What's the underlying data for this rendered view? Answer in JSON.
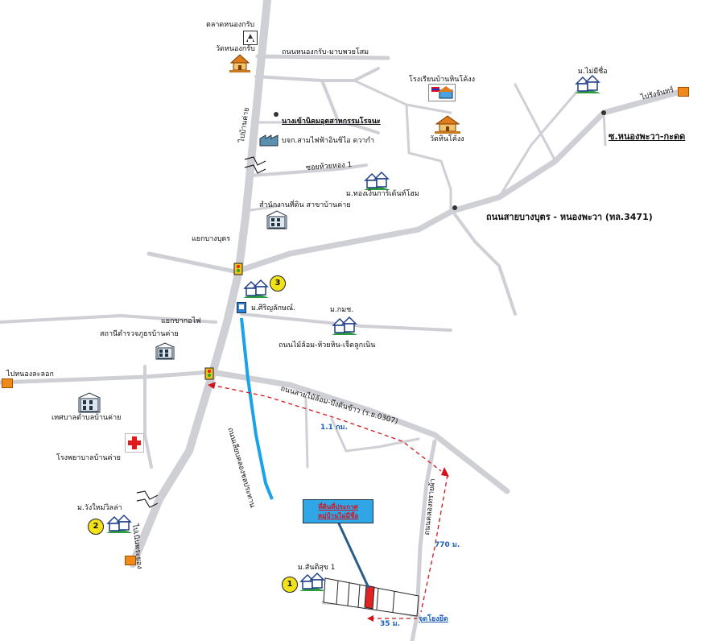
{
  "labels": {
    "market": "ตลาดหนองกรับ",
    "wat_nongkrap": "วัดหนองกรับ",
    "road_nongkrap": "ถนนหนองกรับ-มาบพวยโสม",
    "to_ban_khai": "ไปบ้านค่าย",
    "factory_sign": "นางเข้านิคมอุตสาหกรรมโรจนะ",
    "company": "บจก.สามไฟฟ้าอินชิไอ ดวากำ",
    "school": "โรงเรียนบ้านหินโค้งง",
    "wat_hinkong": "วัดหินโค้งง",
    "m_mai_mee": "ม.ไม่มีชื่อ",
    "to_rangchan": "ไปรังจันทร์",
    "nongphawa_kradad": "ซ.หนองพะวา-กะดด",
    "soi_huayhong": "ซอยห้วยหอง 1",
    "m_thong_ngern": "ม.ทองเงินการ์เด้นท์โฮม",
    "land_office": "สำนักงานที่ดิน สาขาบ้านค่าย",
    "main_road": "ถนนสายบางบุตร - หนองพะวา (ทล.3471)",
    "junction_bangbut": "แยกบางบุตร",
    "m_siriyalak": "ม.ศิริญลักษณ์.",
    "junction_kokfai": "แยกขากอไฟ",
    "police": "สถานีตำรวจภูธรบ้านค่าย",
    "m_kms": "ม.กมช.",
    "road_mailom": "ถนนไม้ล้อม-ห้วยหิน-เจ็ดลูกเนิน",
    "to_nong_la_lok": "ไปหนองละลอก",
    "road_ban_khai_chak_bok": "ถนนสายไม้ล้อม-บึงต้นข้าว (ร.ย.0307)",
    "dist_1_1": "1.1 กม.",
    "municipality": "เทศบาลตำบลบ้านค่าย",
    "canal_road": "ถนนเลียบคลองชลประทาน",
    "hospital": "โรงพยาบาลบ้านค่าย",
    "m_wang_mai": "ม.วังใหม่วิลล่า",
    "to_chak_bok": "ไปเนินพระยอง",
    "callout_line1": "ที่ดินที่ประกาศ",
    "callout_line2": "หมู่บ้านไม่มีชื่อ",
    "dist_770": "770 ม.",
    "road_nong_ya_plong": "ถนนคลองทรายผ้า",
    "m_santisuk": "ม.สันติสุข 1",
    "dist_35": "35 ม.",
    "start_point": "จุดโยงยึด",
    "marker_1": "1",
    "marker_2": "2",
    "marker_3": "3"
  },
  "colors": {
    "road": "#cfcfd6",
    "main_road": "#c4c4cc",
    "canal": "#1aa3e8",
    "dashed": "#d2141c",
    "highlight_plot": "#e02424",
    "marker": "#f2e21b"
  },
  "icons": {
    "house": "house-icon",
    "school": "school-flag-icon",
    "temple": "temple-icon",
    "building": "building-icon",
    "traffic_light": "traffic-light-icon",
    "hospital": "red-cross-icon",
    "market": "market-icon",
    "arrow": "direction-arrow-icon"
  }
}
